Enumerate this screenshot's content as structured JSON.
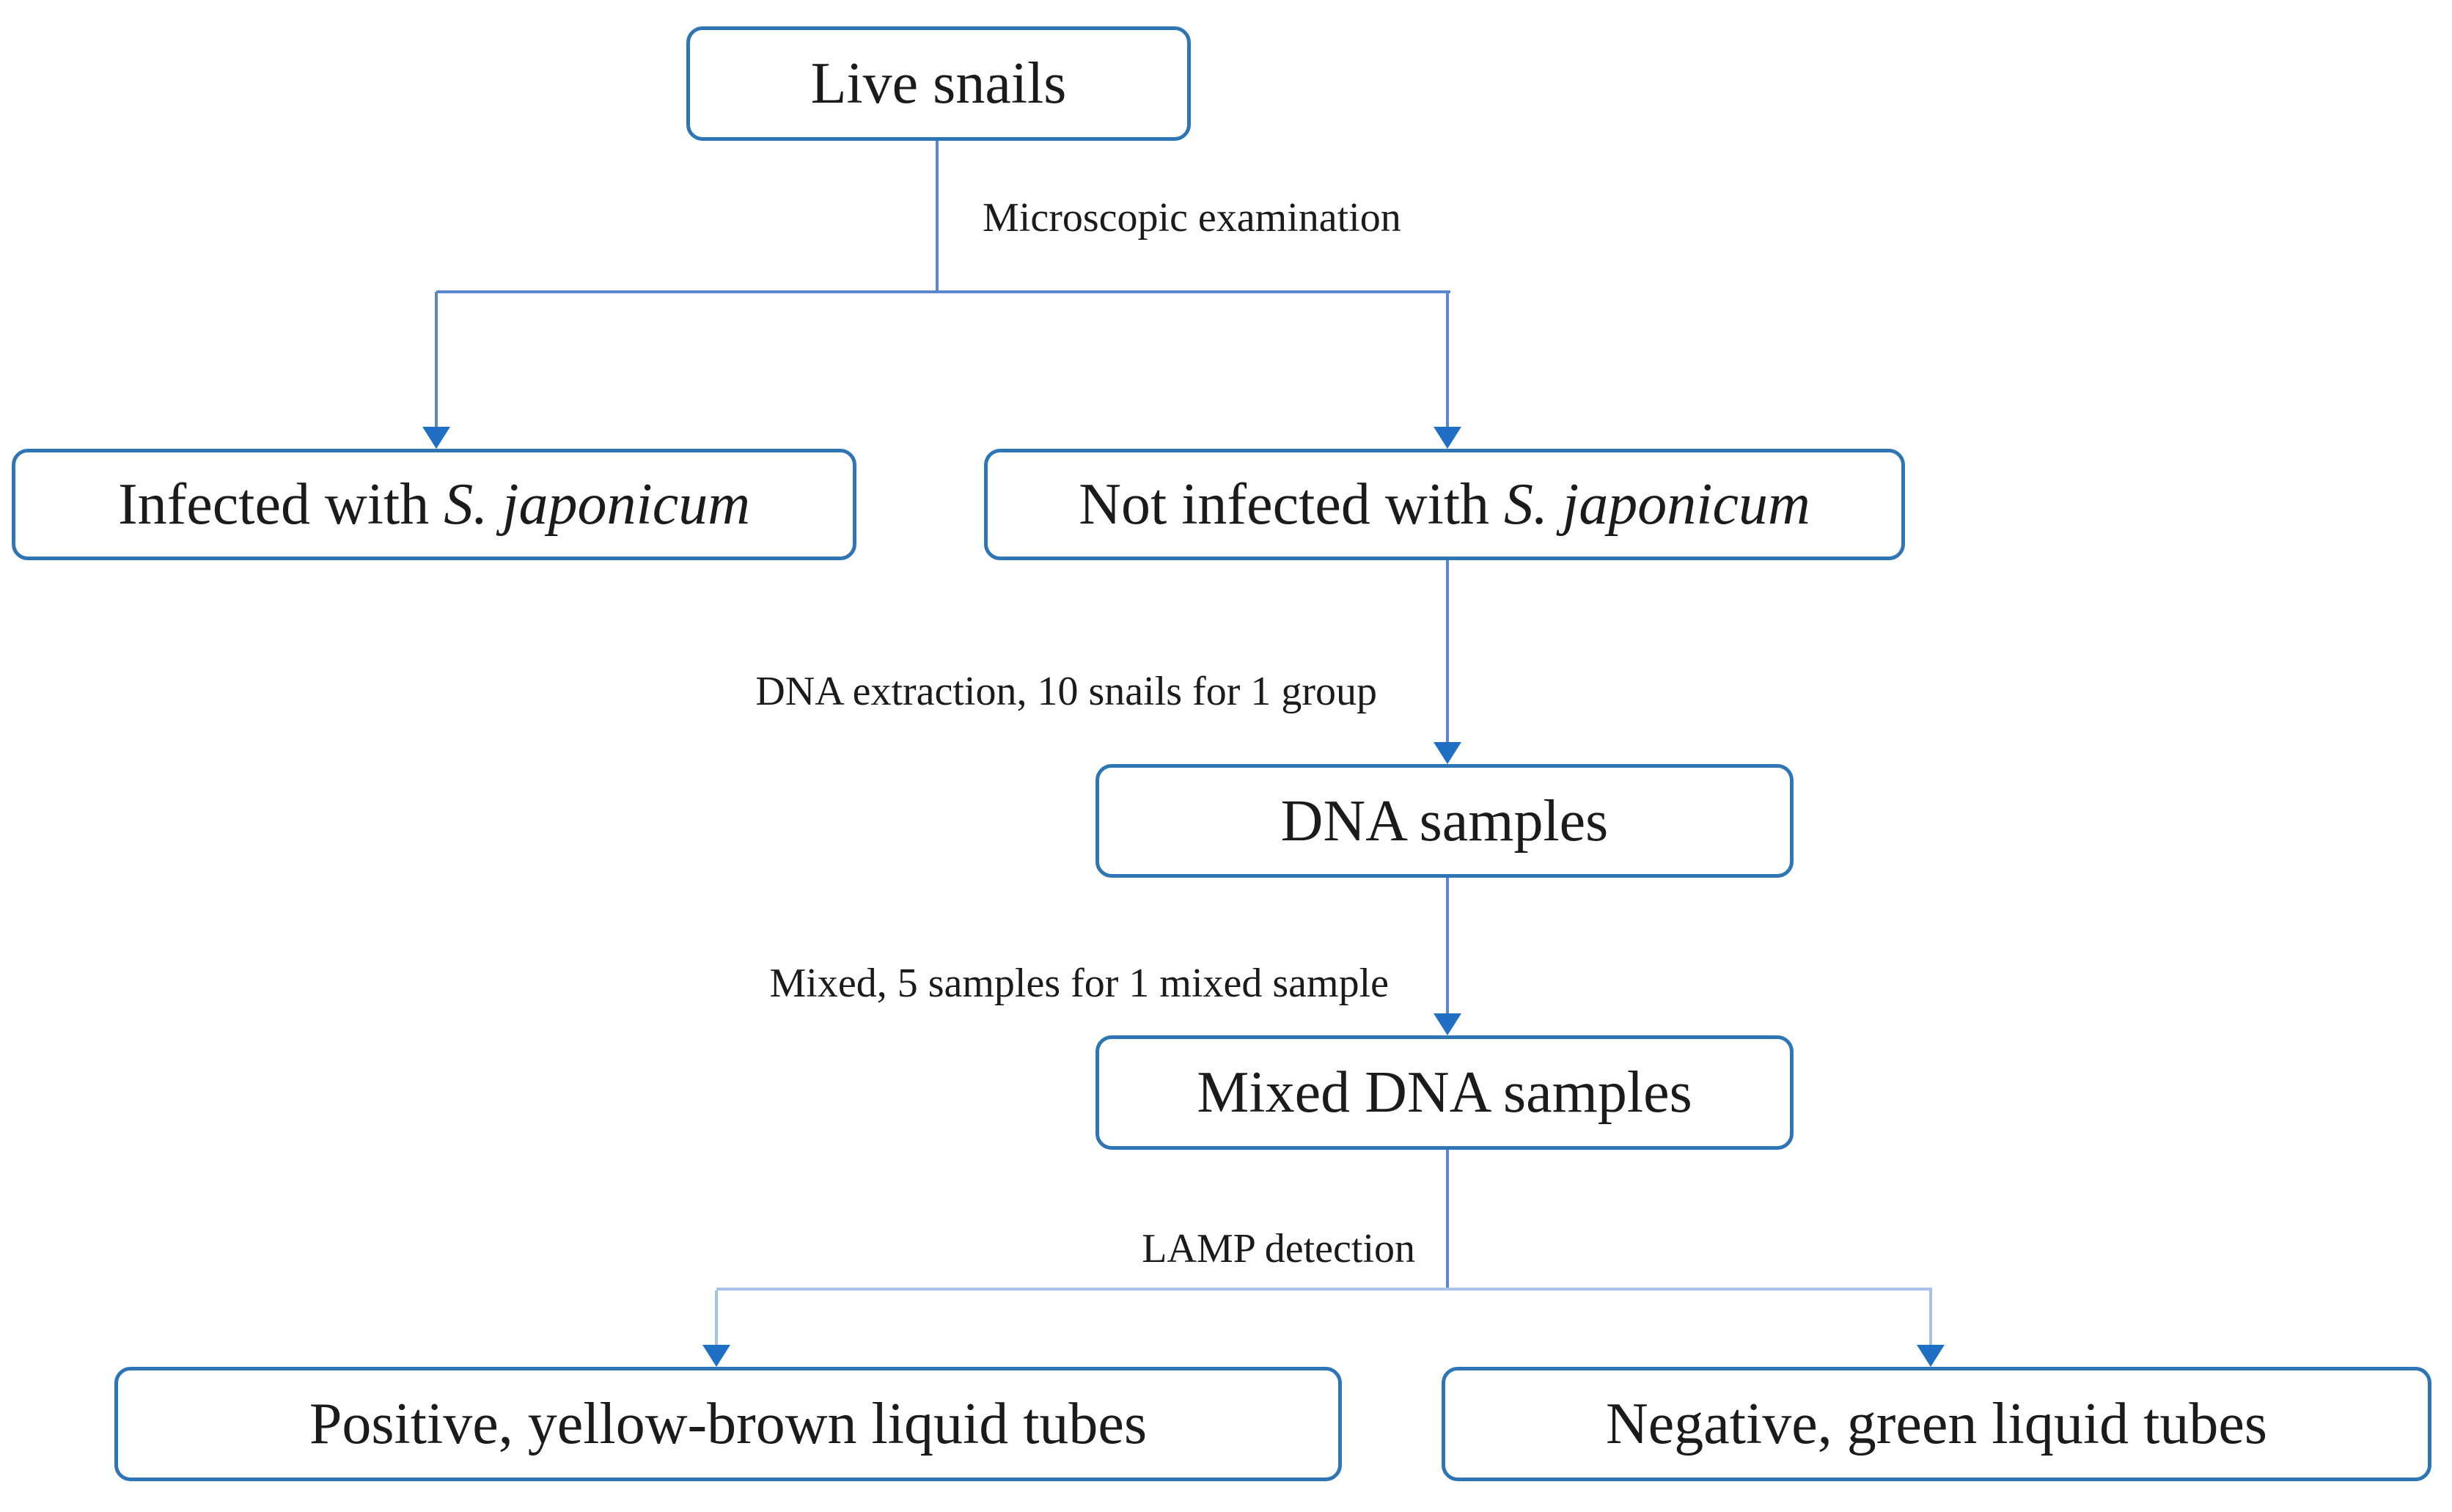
{
  "diagram": {
    "nodes": {
      "live_snails": "Live snails",
      "infected": {
        "prefix": "Infected with ",
        "italic": "S. japonicum"
      },
      "not_infected": {
        "prefix": "Not infected with ",
        "italic": "S. japonicum"
      },
      "dna_samples": "DNA samples",
      "mixed_dna_samples": "Mixed DNA samples",
      "positive": "Positive, yellow-brown liquid tubes",
      "negative": "Negative, green liquid tubes"
    },
    "edge_labels": {
      "microscopic": "Microscopic examination",
      "dna_extraction": "DNA extraction, 10 snails for 1 group",
      "mixed": "Mixed, 5 samples for 1 mixed sample",
      "lamp": "LAMP detection"
    },
    "colors": {
      "box_border": "#2E75B6",
      "connector": "#5b87ce",
      "connector_light": "#a6c3e9",
      "arrowhead": "#1F6FC4",
      "text": "#1b1b1b"
    }
  }
}
